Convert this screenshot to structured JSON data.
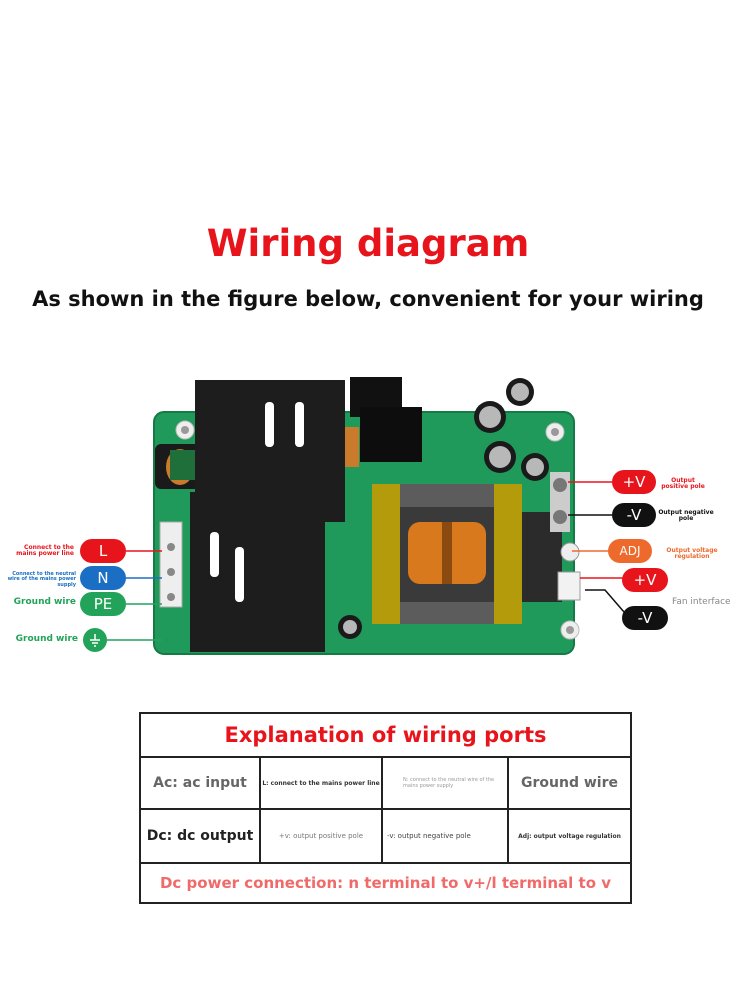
{
  "title": "Wiring diagram",
  "subtitle": "As shown in the figure below, convenient for your wiring",
  "colors": {
    "red": "#e8141b",
    "blue": "#1a6fc4",
    "green": "#23a35a",
    "black": "#111111",
    "orange": "#ee6a2c",
    "pink": "#f06a6a"
  },
  "left_labels": {
    "l_desc": "Connect to the mains power line",
    "l_pill": "L",
    "n_desc": "Connect to the neutral wire of the mains power supply",
    "n_pill": "N",
    "pe_desc": "Ground wire",
    "pe_pill": "PE",
    "gnd_desc": "Ground wire"
  },
  "right_labels": {
    "vplus_pill": "+V",
    "vplus_desc": "Output positive pole",
    "vminus_pill": "-V",
    "vminus_desc": "Output negative pole",
    "adj_pill": "ADJ",
    "adj_desc": "Output voltage regulation",
    "fan_plus_pill": "+V",
    "fan_minus_pill": "-V",
    "fan_desc": "Fan interface"
  },
  "table": {
    "header": "Explanation of wiring ports",
    "row1": {
      "c1": "Ac: ac input",
      "c2": "L: connect to the mains power line",
      "c3": "N: connect to the neutral wire of the mains power supply",
      "c4": "Ground wire"
    },
    "row2": {
      "c1": "Dc: dc output",
      "c2": "+v: output positive pole",
      "c3": "-v: output negative pole",
      "c4": "Adj: output voltage regulation"
    },
    "footer": "Dc power connection: n terminal to v+/l terminal to v"
  }
}
